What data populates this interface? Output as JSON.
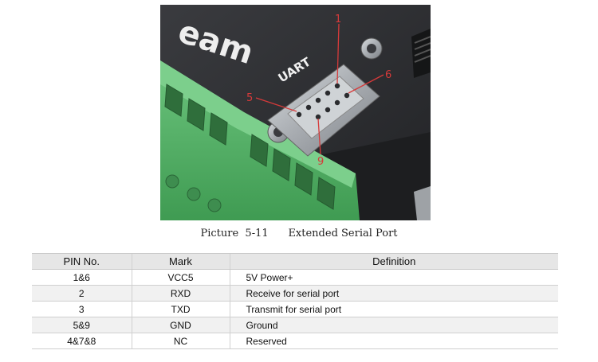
{
  "photo": {
    "brand_text": "eam",
    "connector_label": "UART",
    "pin_callouts": [
      "1",
      "6",
      "5",
      "9"
    ],
    "colors": {
      "board": "#2a2b2e",
      "terminal_green": "#52b266",
      "callout_red": "#d63a3a",
      "connector_metal": "#b8bcc0"
    }
  },
  "caption": {
    "label": "Picture  5-11",
    "title": "Extended Serial Port"
  },
  "table": {
    "headers": [
      "PIN No.",
      "Mark",
      "Definition"
    ],
    "rows": [
      {
        "pin": "1&6",
        "mark": "VCC5",
        "definition": "5V Power+"
      },
      {
        "pin": "2",
        "mark": "RXD",
        "definition": "Receive for serial port"
      },
      {
        "pin": "3",
        "mark": "TXD",
        "definition": "Transmit for serial port"
      },
      {
        "pin": "5&9",
        "mark": "GND",
        "definition": "Ground"
      },
      {
        "pin": "4&7&8",
        "mark": "NC",
        "definition": "Reserved"
      }
    ]
  }
}
